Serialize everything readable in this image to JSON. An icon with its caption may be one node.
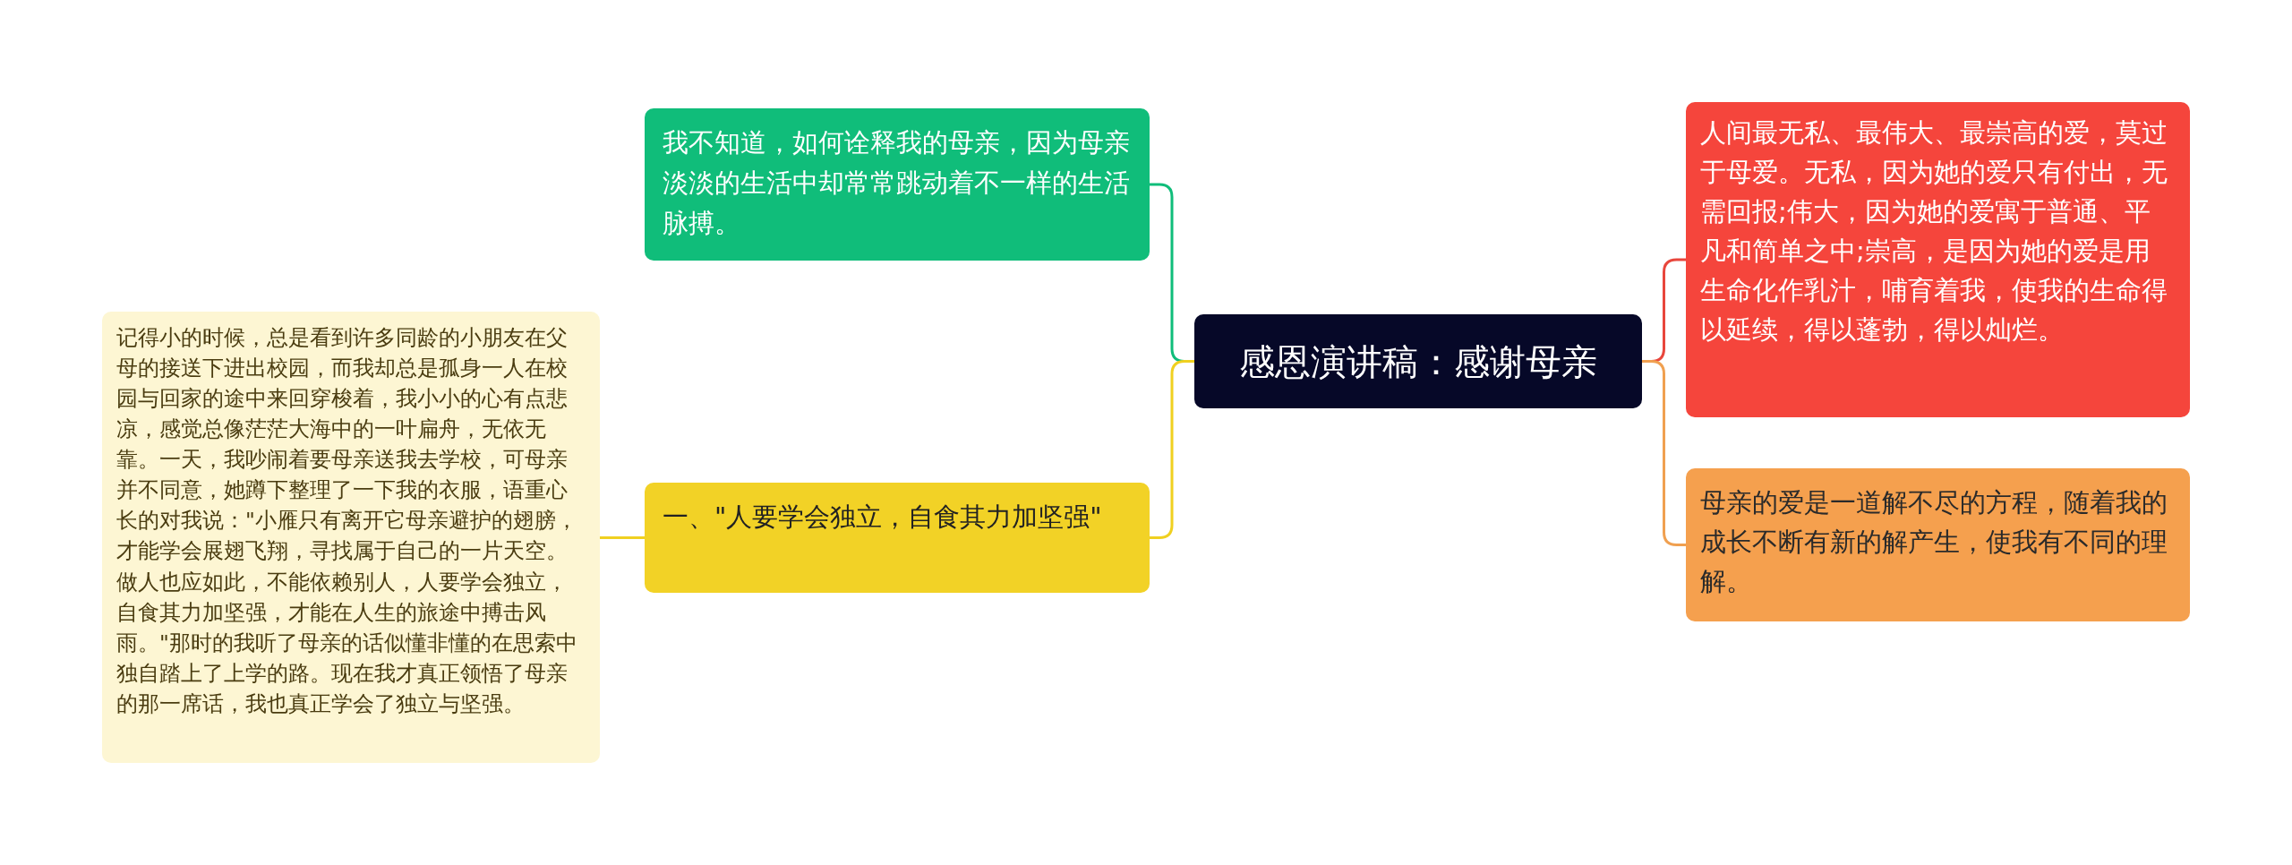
{
  "diagram": {
    "nodes": [
      {
        "text": [
          "感恩演讲稿：感谢母亲"
        ]
      },
      {
        "text": [
          "我不知道，如何诠释我的母亲，因为母亲淡淡的生活中却常常跳动着不一样的生活脉搏。"
        ]
      },
      {
        "text": [
          "一、\"人要学会独立，自食其力加坚强\""
        ]
      },
      {
        "text": [
          "记得小的时候，总是看到许多同龄的小朋友在父母的接送下进出校园，而我却总是孤身一人在校园与回家的途中来回穿梭着，我小小的心有点悲凉，感觉总像茫茫大海中的一叶扁舟，无依无靠。一天，我吵闹着要母亲送我去学校，可母亲并不同意，她蹲下整理了一下我的衣服，语重心长的对我说：\"小雁只有离开它母亲避护的翅膀，才能学会展翅飞翔，寻找属于自己的一片天空。做人也应如此，不能依赖别人，人要学会独立，自食其力加坚强，才能在人生的旅途中搏击风雨。\"那时的我听了母亲的话似懂非懂的在思索中独自踏上了上学的路。现在我才真正领悟了母亲的那一席话，我也真正学会了独立与坚强。"
        ]
      },
      {
        "text": [
          "人间最无私、最伟大、最崇高的爱，莫过于母爱。无私，因为她的爱只有付出，无需回报;伟大，因为她的爱寓于普通、平凡和简单之中;崇高，是因为她的爱是用生命化作乳汁，哺育着我，使我的生命得以延续，得以蓬勃，得以灿烂。"
        ]
      },
      {
        "text": [
          "母亲的爱是一道解不尽的方程，随着我的成长不断有新的解产生，使我有不同的理解。"
        ]
      }
    ],
    "edges": [
      {
        "from": 0,
        "to": 1,
        "arrow": "none",
        "color": "#10bd7a"
      },
      {
        "from": 0,
        "to": 2,
        "arrow": "none",
        "color": "#f0d020"
      },
      {
        "from": 2,
        "to": 3,
        "arrow": "none",
        "color": "#f0d020"
      },
      {
        "from": 0,
        "to": 4,
        "arrow": "none",
        "color": "#e8463c"
      },
      {
        "from": 0,
        "to": 5,
        "arrow": "none",
        "color": "#f0a050"
      }
    ]
  }
}
